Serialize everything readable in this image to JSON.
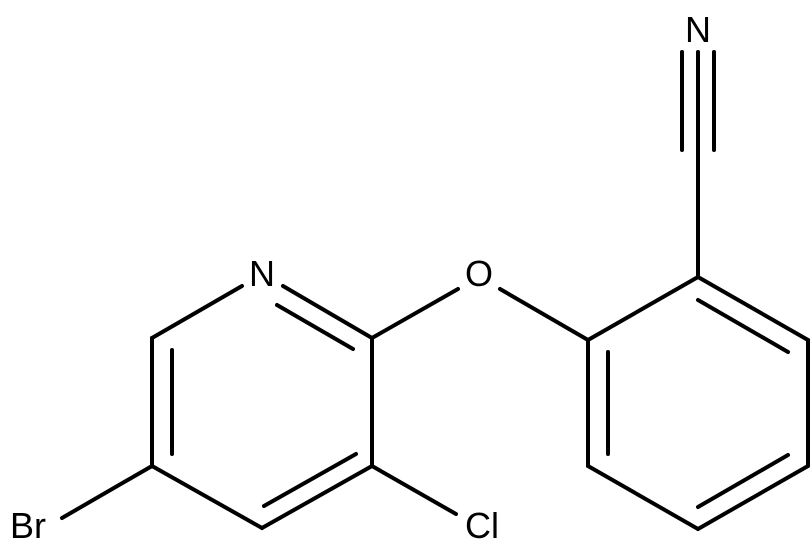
{
  "atoms": {
    "n_pyridine": "N",
    "o_ether": "O",
    "br": "Br",
    "cl": "Cl",
    "n_nitrile": "N"
  }
}
